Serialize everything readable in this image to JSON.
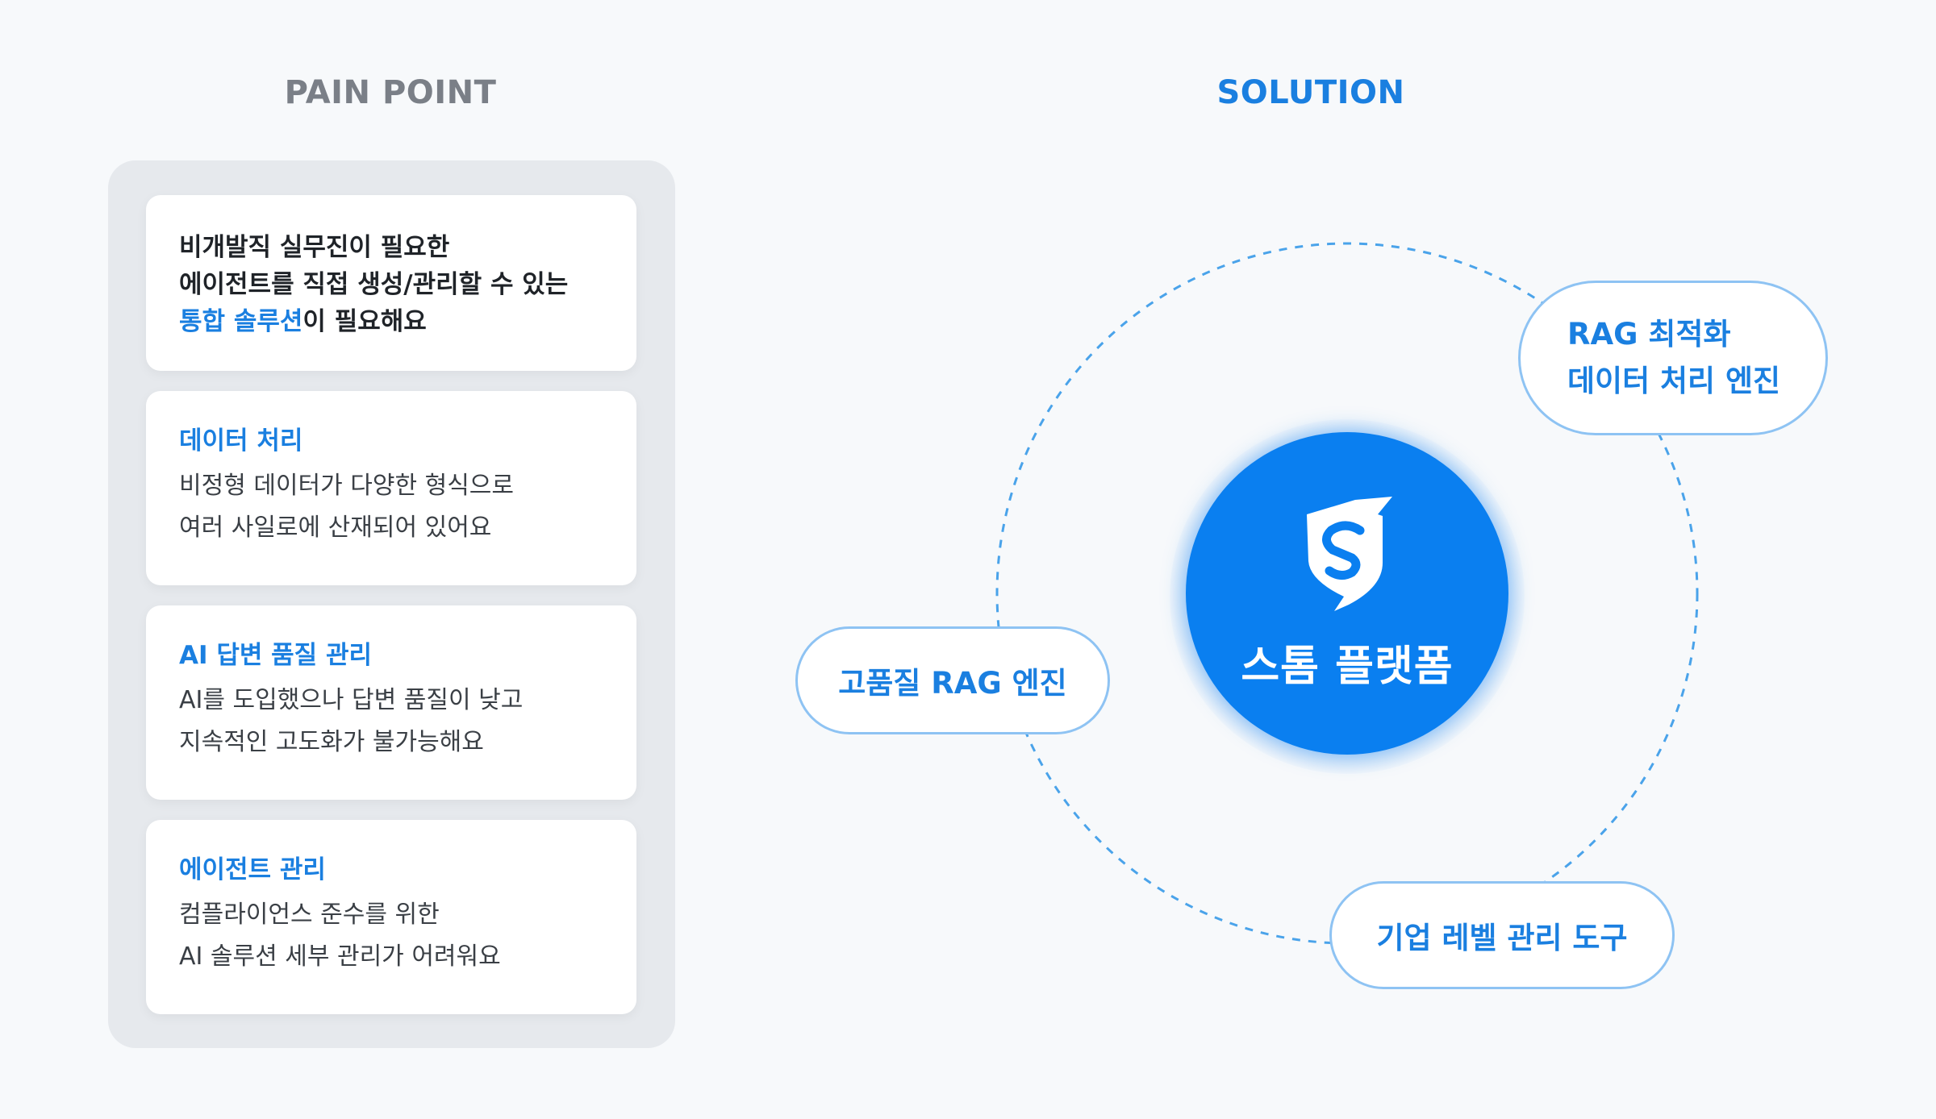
{
  "pain_point": {
    "title": "PAIN POINT",
    "intro": {
      "line1": "비개발직 실무진이 필요한",
      "line2": "에이전트를 직접 생성/관리할 수 있는",
      "line3_highlight": "통합 솔루션",
      "line3_rest": "이 필요해요"
    },
    "cards": [
      {
        "title": "데이터 처리",
        "line1": "비정형 데이터가 다양한 형식으로",
        "line2": "여러 사일로에 산재되어 있어요"
      },
      {
        "title": "AI 답변 품질 관리",
        "line1": "AI를 도입했으나 답변 품질이 낮고",
        "line2": "지속적인 고도화가 불가능해요"
      },
      {
        "title": "에이전트 관리",
        "line1": "컴플라이언스 준수를 위한",
        "line2": "AI 솔루션 세부 관리가 어려워요"
      }
    ]
  },
  "solution": {
    "title": "SOLUTION",
    "hub_label": "스톰 플랫폼",
    "nodes": {
      "top_right": {
        "line1": "RAG 최적화",
        "line2": "데이터 처리 엔진"
      },
      "left": {
        "label": "고품질 RAG 엔진"
      },
      "bottom": {
        "label": "기업 레벨 관리 도구"
      }
    }
  },
  "colors": {
    "accent": "#1a7fe0",
    "hub": "#0a7ff0",
    "pill_border": "#8ec3f3",
    "panel": "#e6e9ed",
    "background": "#f7f9fb",
    "pain_title": "#7a7f87"
  },
  "icons": {
    "hub_logo": "storm-logo-icon"
  }
}
